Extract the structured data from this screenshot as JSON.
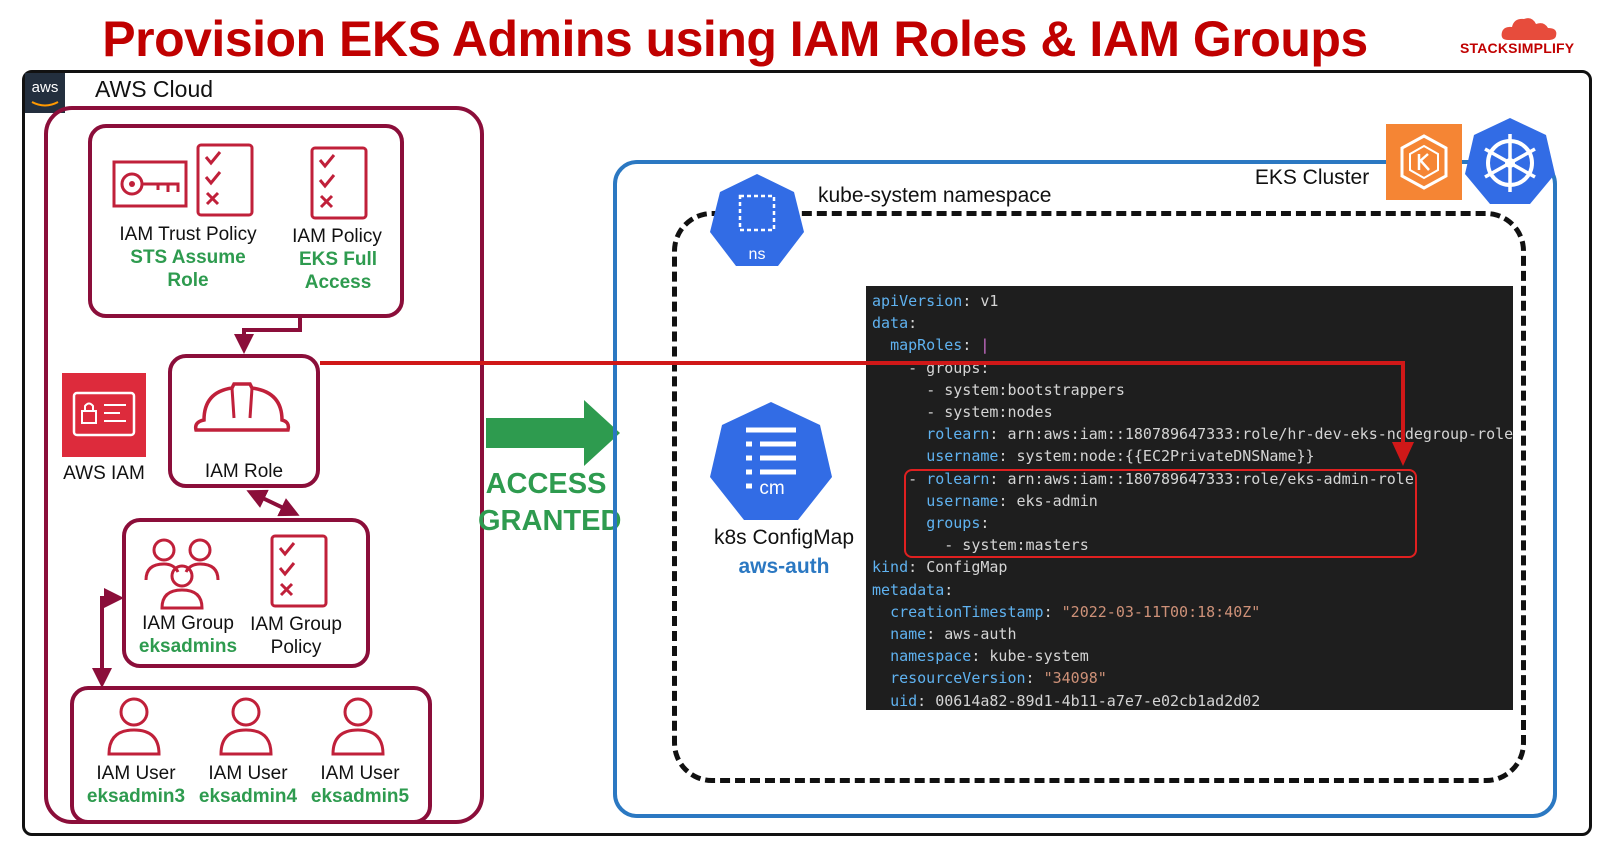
{
  "title": "Provision EKS Admins using IAM Roles & IAM Groups",
  "brand": "STACKSIMPLIFY",
  "aws_cloud": {
    "badge": "aws",
    "label": "AWS Cloud"
  },
  "iam": {
    "service_label": "AWS IAM",
    "trust_policy": {
      "label": "IAM Trust Policy",
      "detail": "STS Assume Role"
    },
    "policy": {
      "label": "IAM Policy",
      "detail": "EKS Full Access"
    },
    "role": {
      "label": "IAM Role"
    },
    "group": {
      "label": "IAM Group",
      "detail": "eksadmins"
    },
    "group_policy": {
      "label": "IAM Group Policy"
    },
    "users": [
      {
        "label": "IAM User",
        "detail": "eksadmin3"
      },
      {
        "label": "IAM User",
        "detail": "eksadmin4"
      },
      {
        "label": "IAM User",
        "detail": "eksadmin5"
      }
    ]
  },
  "access": {
    "line1": "ACCESS",
    "line2": "GRANTED"
  },
  "eks": {
    "cluster_label": "EKS Cluster",
    "namespace_label": "kube-system namespace",
    "ns_icon": "ns",
    "cm_icon": "cm",
    "configmap_label": "k8s ConfigMap",
    "configmap_name": "aws-auth"
  },
  "yaml": {
    "l1k": "apiVersion",
    "l1v": "v1",
    "l2k": "data",
    "l3k": "mapRoles",
    "l3v": "|",
    "l4": "- groups:",
    "l5": "- system:bootstrappers",
    "l6": "- system:nodes",
    "l7k": "rolearn",
    "l7v": "arn:aws:iam::180789647333:role/hr-dev-eks-nodegroup-role",
    "l8k": "username",
    "l8v": "system:node:{{EC2PrivateDNSName}}",
    "l9k": "rolearn",
    "l9v": "arn:aws:iam::180789647333:role/eks-admin-role",
    "l10k": "username",
    "l10v": "eks-admin",
    "l11k": "groups",
    "l12": "- system:masters",
    "l13k": "kind",
    "l13v": "ConfigMap",
    "l14k": "metadata",
    "l15k": "creationTimestamp",
    "l15v": "\"2022-03-11T00:18:40Z\"",
    "l16k": "name",
    "l16v": "aws-auth",
    "l17k": "namespace",
    "l17v": "kube-system",
    "l18k": "resourceVersion",
    "l18v": "\"34098\"",
    "l19k": "uid",
    "l19v": "00614a82-89d1-4b11-a7e7-e02cb1ad2d02"
  },
  "colors": {
    "title_red": "#c00000",
    "iam_maroon": "#8b0e3a",
    "accent_green": "#2e9b4f",
    "eks_blue": "#2b78c2",
    "k8s_blue": "#326ce5",
    "eks_orange": "#f58534"
  }
}
